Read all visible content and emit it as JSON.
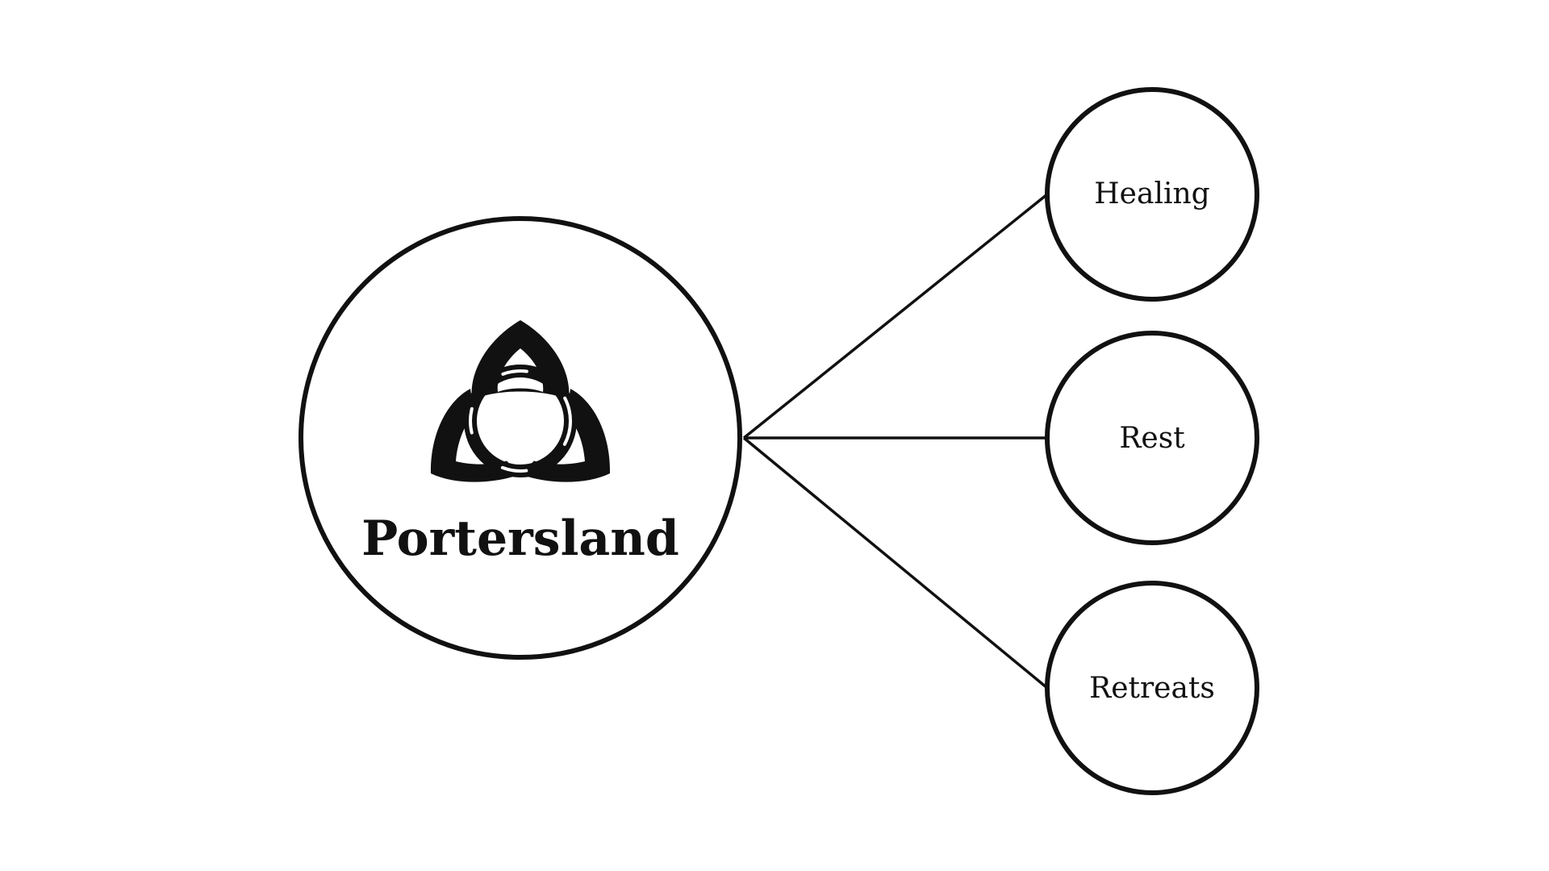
{
  "diagram": {
    "central": {
      "logo": "triquetra-icon",
      "label": "Portersland"
    },
    "nodes": [
      {
        "id": "healing",
        "label": "Healing"
      },
      {
        "id": "rest",
        "label": "Rest"
      },
      {
        "id": "retreats",
        "label": "Retreats"
      }
    ],
    "colors": {
      "stroke": "#111111",
      "background": "#ffffff"
    }
  }
}
